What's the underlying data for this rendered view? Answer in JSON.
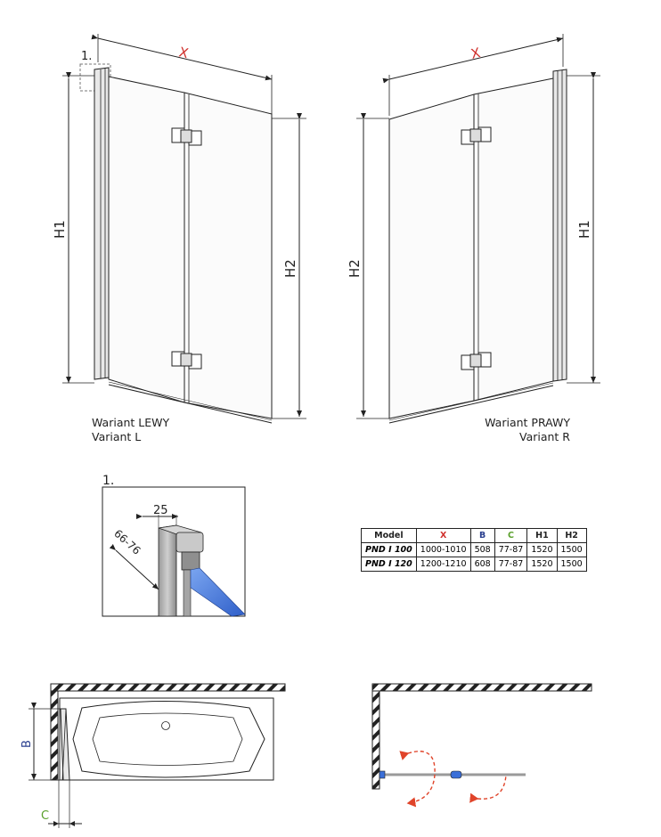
{
  "top_left": {
    "detail_marker": "1.",
    "width_label": "X",
    "height1_label": "H1",
    "height2_label": "H2",
    "caption_line1": "Wariant LEWY",
    "caption_line2": "Variant L"
  },
  "top_right": {
    "width_label": "X",
    "height1_label": "H1",
    "height2_label": "H2",
    "caption_line1": "Wariant PRAWY",
    "caption_line2": "Variant R"
  },
  "detail": {
    "title": "1.",
    "dim_top": "25",
    "dim_side": "66-76"
  },
  "spec_table": {
    "headers": [
      "Model",
      "X",
      "B",
      "C",
      "H1",
      "H2"
    ],
    "header_colors": [
      "#222222",
      "#d0312d",
      "#2a3f8f",
      "#5aa02c",
      "#222222",
      "#222222"
    ],
    "rows": [
      [
        "PND I 100",
        "1000-1010",
        "508",
        "77-87",
        "1520",
        "1500"
      ],
      [
        "PND I 120",
        "1200-1210",
        "608",
        "77-87",
        "1520",
        "1500"
      ]
    ]
  },
  "bottom_left": {
    "label_b": "B",
    "label_c": "C",
    "color_b": "#2a3f8f",
    "color_c": "#5aa02c"
  },
  "colors": {
    "accent_red": "#d0312d",
    "glass_blue": "#3b6fd8",
    "arrow_red": "#e0442a"
  }
}
